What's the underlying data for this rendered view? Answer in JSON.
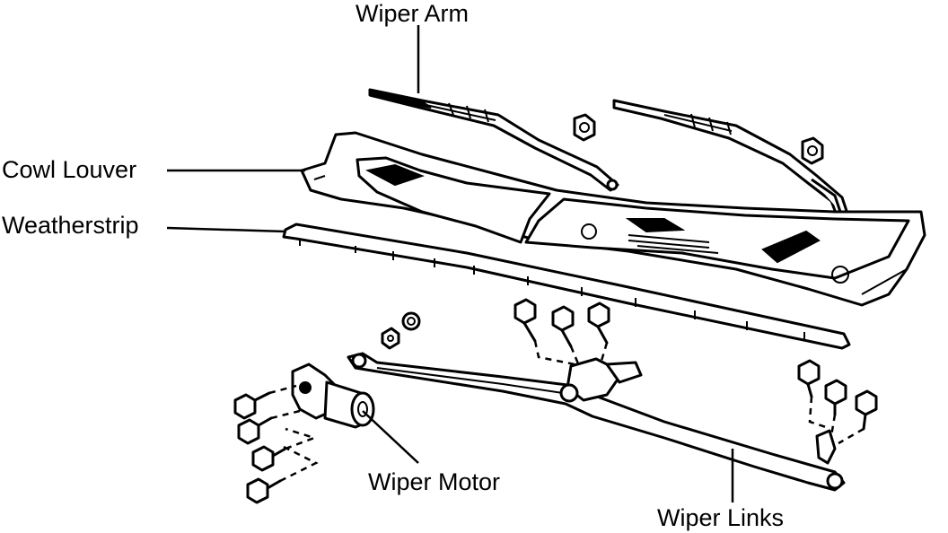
{
  "labels": {
    "wiper_arm": "Wiper Arm",
    "cowl_louver": "Cowl Louver",
    "weatherstrip": "Weatherstrip",
    "wiper_motor": "Wiper Motor",
    "wiper_links": "Wiper Links"
  }
}
